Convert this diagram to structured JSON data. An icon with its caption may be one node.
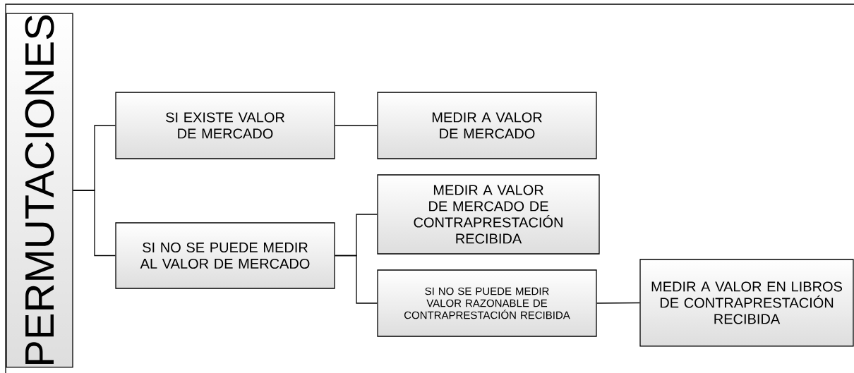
{
  "diagram": {
    "nodes": [
      {
        "text": [
          "PERMUTACIONES"
        ]
      },
      {
        "text": [
          "SI EXISTE VALOR DE MERCADO"
        ]
      },
      {
        "text": [
          "MEDIR A VALOR DE MERCADO"
        ]
      },
      {
        "text": [
          "SI NO SE PUEDE MEDIR AL VALOR DE MERCADO"
        ]
      },
      {
        "text": [
          "MEDIR A VALOR DE MERCADO DE CONTRAPRESTACIÓN RECIBIDA"
        ]
      },
      {
        "text": [
          "SI NO SE PUEDE MEDIR VALOR RAZONABLE DE CONTRAPRESTACIÓN RECIBIDA"
        ]
      },
      {
        "text": [
          "MEDIR A VALOR EN LIBROS DE CONTRAPRESTACIÓN RECIBIDA"
        ]
      }
    ],
    "edges": [
      {
        "from": 0,
        "to": 1,
        "arrow": "none"
      },
      {
        "from": 0,
        "to": 3,
        "arrow": "none"
      },
      {
        "from": 1,
        "to": 2,
        "arrow": "none"
      },
      {
        "from": 3,
        "to": 4,
        "arrow": "none"
      },
      {
        "from": 3,
        "to": 5,
        "arrow": "none"
      },
      {
        "from": 5,
        "to": 6,
        "arrow": "none"
      }
    ]
  }
}
